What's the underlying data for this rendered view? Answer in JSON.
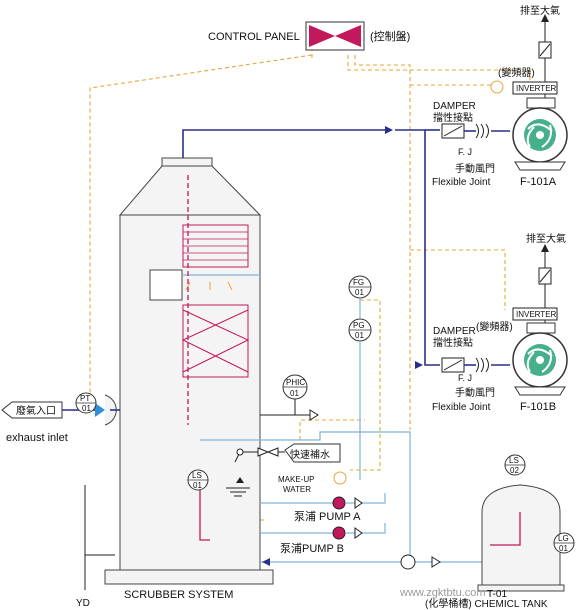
{
  "control_panel": {
    "label": "CONTROL PANEL",
    "label_cn": "(控制盤)"
  },
  "exhaust_top_a": "排至大氣",
  "exhaust_top_b": "排至大氣",
  "inverter_a": {
    "cn": "(變頻器)",
    "en": "INVERTER"
  },
  "inverter_b": {
    "cn": "(變頻器)",
    "en": "INVERTER"
  },
  "damper_a": {
    "en": "DAMPER",
    "cn": "擋性接點"
  },
  "damper_b": {
    "en": "DAMPER",
    "cn": "擋性接點"
  },
  "fj_a": {
    "tag": "F. J",
    "cn": "手動風門",
    "en": "Flexible Joint"
  },
  "fj_b": {
    "tag": "F. J",
    "cn": "手動風門",
    "en": "Flexible Joint"
  },
  "fan_a": "F-101A",
  "fan_b": "F-101B",
  "instruments": {
    "fg": {
      "top": "FG",
      "bottom": "01"
    },
    "pg": {
      "top": "PG",
      "bottom": "01"
    },
    "phic": {
      "top": "PHIC",
      "bottom": "01"
    },
    "pt": {
      "top": "PT",
      "bottom": "01"
    },
    "ls01": {
      "top": "LS",
      "bottom": "01"
    },
    "ls02": {
      "top": "LS",
      "bottom": "02"
    },
    "lg01": {
      "top": "LG",
      "bottom": "01"
    }
  },
  "inlet": {
    "cn": "廢氣入口",
    "en": "exhaust inlet"
  },
  "makeup": {
    "cn": "快速補水",
    "en1": "MAKE-UP",
    "en2": "WATER"
  },
  "pump_a": "泵浦  PUMP A",
  "pump_b": "泵浦PUMP B",
  "scrubber": "SCRUBBER SYSTEM",
  "drain": "YD",
  "tank": {
    "tag": "T-01",
    "name": "(化學桶槽) CHEMICL TANK"
  },
  "watermark": "www.zgktbtu.com",
  "colors": {
    "process_line": "#2b2f8c",
    "signal_line": "#e9a53a",
    "accent": "#c4185c",
    "water_line": "#7fb3d9"
  }
}
